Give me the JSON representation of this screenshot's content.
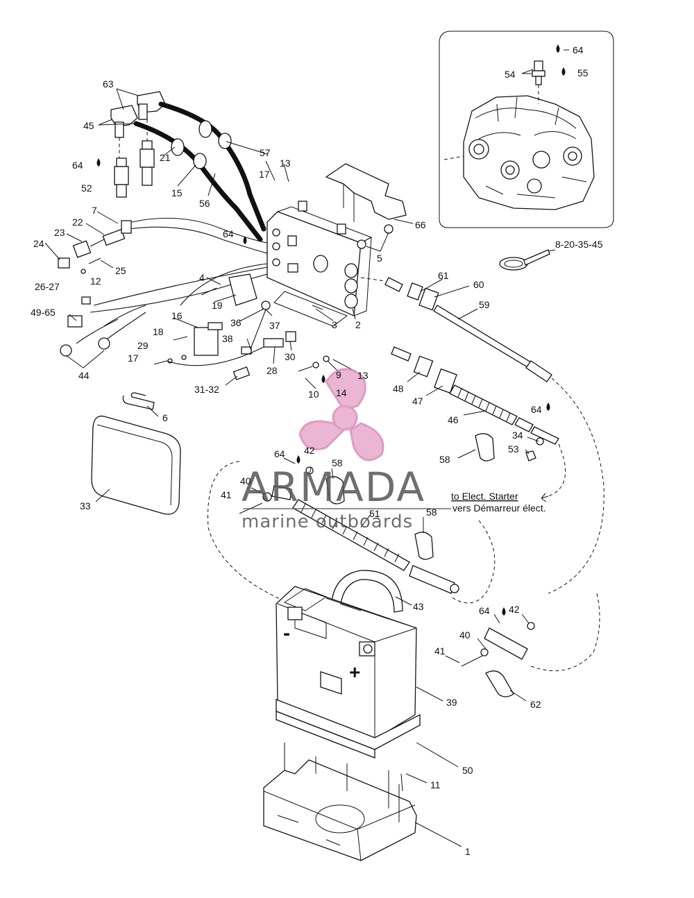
{
  "labels": [
    {
      "id": "63",
      "text": "63"
    },
    {
      "id": "45",
      "text": "45"
    },
    {
      "id": "64a",
      "text": "64"
    },
    {
      "id": "52",
      "text": "52"
    },
    {
      "id": "21",
      "text": "21"
    },
    {
      "id": "15",
      "text": "15"
    },
    {
      "id": "56",
      "text": "56"
    },
    {
      "id": "57",
      "text": "57"
    },
    {
      "id": "17a",
      "text": "17"
    },
    {
      "id": "13a",
      "text": "13"
    },
    {
      "id": "66",
      "text": "66"
    },
    {
      "id": "5",
      "text": "5"
    },
    {
      "id": "7",
      "text": "7"
    },
    {
      "id": "22",
      "text": "22"
    },
    {
      "id": "23",
      "text": "23"
    },
    {
      "id": "24",
      "text": "24"
    },
    {
      "id": "25",
      "text": "25"
    },
    {
      "id": "12",
      "text": "12"
    },
    {
      "id": "64b",
      "text": "64"
    },
    {
      "id": "26-27",
      "text": "26-27"
    },
    {
      "id": "4",
      "text": "4"
    },
    {
      "id": "19",
      "text": "19"
    },
    {
      "id": "3",
      "text": "3"
    },
    {
      "id": "2",
      "text": "2"
    },
    {
      "id": "49-65",
      "text": "49-65"
    },
    {
      "id": "16",
      "text": "16"
    },
    {
      "id": "36",
      "text": "36"
    },
    {
      "id": "37",
      "text": "37"
    },
    {
      "id": "18",
      "text": "18"
    },
    {
      "id": "38",
      "text": "38"
    },
    {
      "id": "29",
      "text": "29"
    },
    {
      "id": "17b",
      "text": "17"
    },
    {
      "id": "30",
      "text": "30"
    },
    {
      "id": "28",
      "text": "28"
    },
    {
      "id": "44",
      "text": "44"
    },
    {
      "id": "31-32",
      "text": "31-32"
    },
    {
      "id": "9",
      "text": "9"
    },
    {
      "id": "13b",
      "text": "13"
    },
    {
      "id": "10",
      "text": "10"
    },
    {
      "id": "14",
      "text": "14"
    },
    {
      "id": "61",
      "text": "61"
    },
    {
      "id": "60",
      "text": "60"
    },
    {
      "id": "59",
      "text": "59"
    },
    {
      "id": "48",
      "text": "48"
    },
    {
      "id": "47",
      "text": "47"
    },
    {
      "id": "46",
      "text": "46"
    },
    {
      "id": "64c",
      "text": "64"
    },
    {
      "id": "34",
      "text": "34"
    },
    {
      "id": "53",
      "text": "53"
    },
    {
      "id": "58a",
      "text": "58"
    },
    {
      "id": "6",
      "text": "6"
    },
    {
      "id": "33",
      "text": "33"
    },
    {
      "id": "64d",
      "text": "64"
    },
    {
      "id": "42a",
      "text": "42"
    },
    {
      "id": "58b",
      "text": "58"
    },
    {
      "id": "40a",
      "text": "40"
    },
    {
      "id": "41a",
      "text": "41"
    },
    {
      "id": "51",
      "text": "51"
    },
    {
      "id": "58c",
      "text": "58"
    },
    {
      "id": "43",
      "text": "43"
    },
    {
      "id": "64e",
      "text": "64"
    },
    {
      "id": "42b",
      "text": "42"
    },
    {
      "id": "40b",
      "text": "40"
    },
    {
      "id": "41b",
      "text": "41"
    },
    {
      "id": "39",
      "text": "39"
    },
    {
      "id": "62",
      "text": "62"
    },
    {
      "id": "50",
      "text": "50"
    },
    {
      "id": "11",
      "text": "11"
    },
    {
      "id": "1",
      "text": "1"
    },
    {
      "id": "64f",
      "text": "64"
    },
    {
      "id": "54",
      "text": "54"
    },
    {
      "id": "55",
      "text": "55"
    },
    {
      "id": "8-20-35-45",
      "text": "8-20-35-45"
    }
  ],
  "notes": {
    "starter_en": "to Elect. Starter",
    "starter_fr": "vers Démarreur élect.",
    "battery_minus": "-",
    "battery_plus": "+"
  },
  "watermark": {
    "title": "ARMADA",
    "subtitle": "marine outboards",
    "colors": {
      "text": "#555555",
      "logo": "#e8a9cd",
      "logo_dark": "#d98bb8"
    }
  },
  "colors": {
    "line": "#111111",
    "background": "#ffffff"
  }
}
